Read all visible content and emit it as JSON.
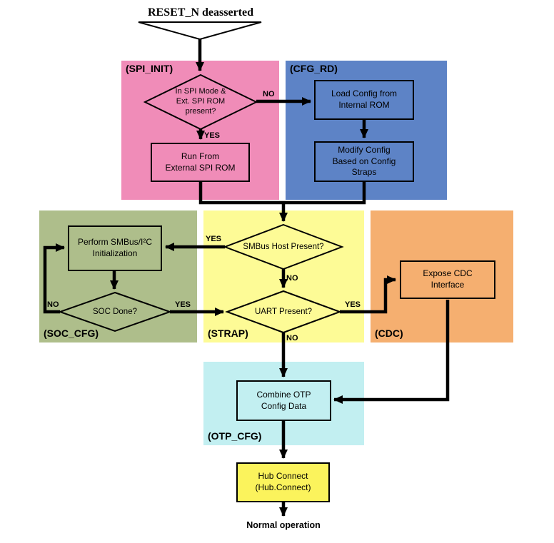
{
  "title": "RESET_N deasserted",
  "footer": "Normal operation",
  "regions": {
    "spi_init": {
      "label": "(SPI_INIT)",
      "color": "#F08CB8"
    },
    "cfg_rd": {
      "label": "(CFG_RD)",
      "color": "#5D83C6"
    },
    "soc_cfg": {
      "label": "(SOC_CFG)",
      "color": "#AEBE8B"
    },
    "strap": {
      "label": "(STRAP)",
      "color": "#FDFB96"
    },
    "cdc": {
      "label": "(CDC)",
      "color": "#F5AF70"
    },
    "otp_cfg": {
      "label": "(OTP_CFG)",
      "color": "#C2EFF1"
    }
  },
  "nodes": {
    "spi_decision": "In SPI Mode &\nExt. SPI ROM\npresent?",
    "run_from_rom": "Run From\nExternal SPI ROM",
    "load_config": "Load Config from\nInternal ROM",
    "modify_config": "Modify Config\nBased on Config\nStraps",
    "smbus_decision": "SMBus Host Present?",
    "perform_smbus": "Perform SMBus/I²C\nInitialization",
    "soc_decision": "SOC Done?",
    "uart_decision": "UART Present?",
    "expose_cdc": "Expose CDC\nInterface",
    "combine_otp": "Combine OTP\nConfig Data",
    "hub_connect": "Hub Connect\n(Hub.Connect)"
  },
  "labels": {
    "spi_no": "NO",
    "spi_yes": "YES",
    "smbus_yes": "YES",
    "smbus_no": "NO",
    "soc_no": "NO",
    "soc_yes": "YES",
    "uart_yes": "YES",
    "uart_no": "NO"
  },
  "colors": {
    "arrow": "#000000",
    "hub_connect_fill": "#FBF35C",
    "background": "#FFFFFF"
  }
}
